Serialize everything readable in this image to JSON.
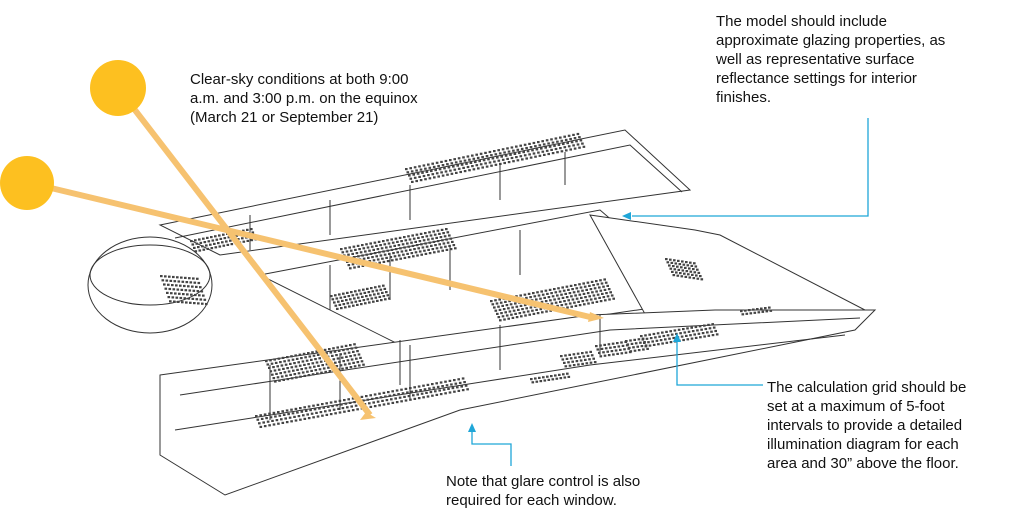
{
  "annotations": {
    "sky": "Clear-sky conditions at both 9:00\na.m. and 3:00 p.m. on the equinox\n(March 21 or September 21)",
    "model": "The model should include\napproximate glazing properties, as\nwell as representative surface\nreflectance settings for interior\nfinishes.",
    "grid": "The calculation grid should be\nset at a maximum of 5-foot\nintervals to provide a detailed\nillumination diagram for each\narea and 30” above the floor.",
    "glare": "Note that glare control is also\nrequired for each window."
  },
  "colors": {
    "sun": "#FDC020",
    "ray": "#F6C270",
    "leader": "#1FA6D8",
    "line": "#333333",
    "seat": "#444444"
  },
  "icons": [
    "sun-icon",
    "arrowhead-icon"
  ]
}
